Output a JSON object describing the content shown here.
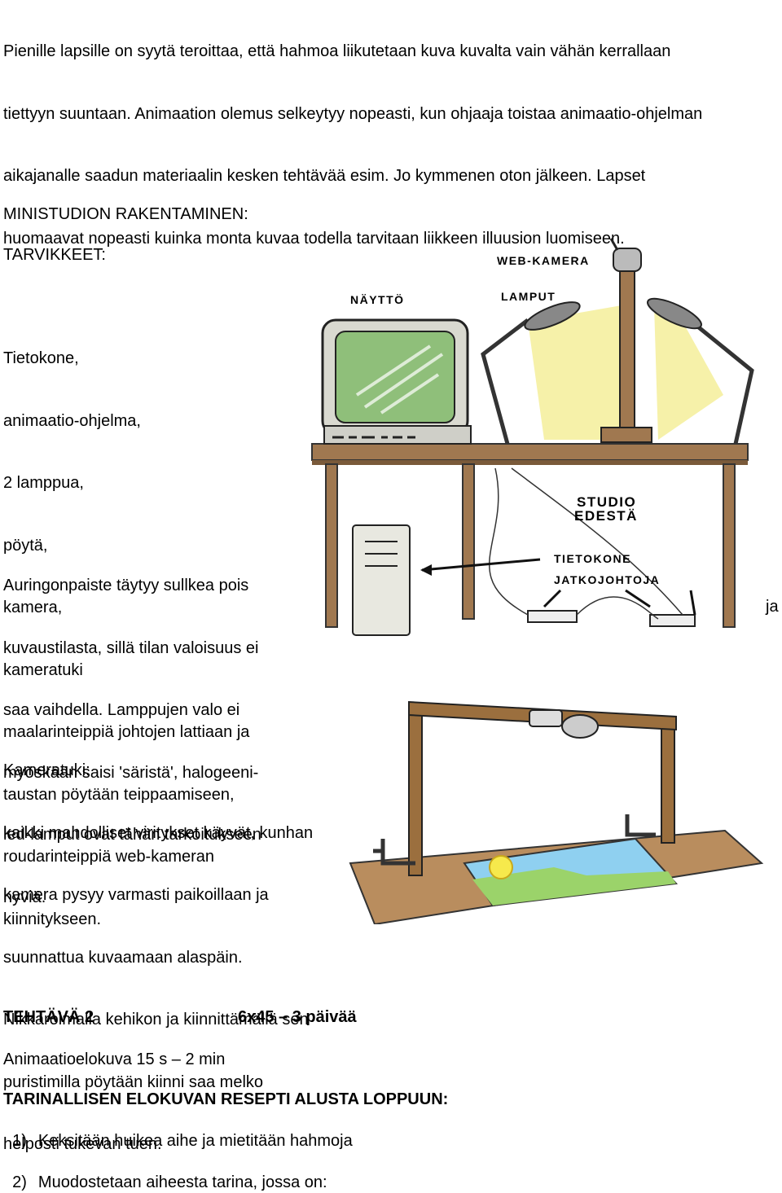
{
  "intro": {
    "lines": [
      "Pienille lapsille on syytä teroittaa, että hahmoa liikutetaan kuva kuvalta vain vähän kerrallaan",
      "tiettyyn suuntaan. Animaation olemus selkeytyy nopeasti, kun ohjaaja toistaa animaatio-ohjelman",
      "aikajanalle saadun materiaalin kesken tehtävää esim. Jo kymmenen oton jälkeen. Lapset",
      "huomaavat nopeasti kuinka monta kuvaa todella tarvitaan liikkeen illuusion luomiseen."
    ]
  },
  "studio_heading": "MINISTUDION RAKENTAMINEN:",
  "supplies_heading": "TARVIKKEET:",
  "supplies_list": [
    "Tietokone,",
    "animaatio-ohjelma,",
    "2 lamppua,",
    "pöytä,",
    "kamera,",
    "kameratuki",
    "maalarinteippiä johtojen lattiaan ja",
    "taustan pöytään  teippaamiseen,",
    "roudarinteippiä web-kameran",
    "kiinnitykseen."
  ],
  "sunlight_note": [
    "Auringonpaiste täytyy sullkea pois",
    "kuvaustilasta, sillä tilan valoisuus ei",
    "saa vaihdella. Lamppujen valo ei",
    "myöskään saisi 'säristä', halogeeni-",
    "led-lamput ovat tähän tarkoitukseen",
    "hyviä."
  ],
  "stray_word": "ja",
  "studio_illustration": {
    "labels": {
      "webcam": "WEB-KAMERA",
      "monitor": "NÄYTTÖ",
      "lamps": "LAMPUT",
      "studio_front_1": "STUDIO",
      "studio_front_2": "EDESTÄ",
      "computer": "TIETOKONE",
      "extension_cords": "JATKOJOHTOJA"
    },
    "colors": {
      "screen": "#8fbf7a",
      "wood": "#a07850",
      "light": "#f5ef9a",
      "monitor_body": "#d9d9d0"
    }
  },
  "camera_stand": {
    "lines": [
      "Kameratuki:",
      "kaikki mahdolliset viritykset käyvät, kunhan",
      "kamera pysyy varmasti paikoillaan ja",
      "suunnattua kuvaamaan alaspäin.",
      "Nikkaroimalla  kehikon ja kiinnittämällä sen",
      "puristimilla pöytään kiinni saa melko",
      "helposti tukevan tuen."
    ],
    "colors": {
      "frame": "#9b6f3e",
      "table": "#b98d5e",
      "sky": "#8fd0f0",
      "grass": "#9bd36a",
      "sun": "#f6e94c"
    }
  },
  "task": {
    "title": "TEHTÄVÄ 2",
    "schedule": "6x45 – 3 päivää",
    "film": "Animaatioelokuva 15 s – 2 min",
    "recipe_heading": "TARINALLISEN ELOKUVAN RESEPTI ALUSTA LOPPUUN:",
    "steps": [
      {
        "num": "1)",
        "text": "Keksitään huikea aihe ja mietitään hahmoja"
      },
      {
        "num": "2)",
        "text": "Muodostetaan aiheesta tarina, jossa on:"
      }
    ]
  }
}
